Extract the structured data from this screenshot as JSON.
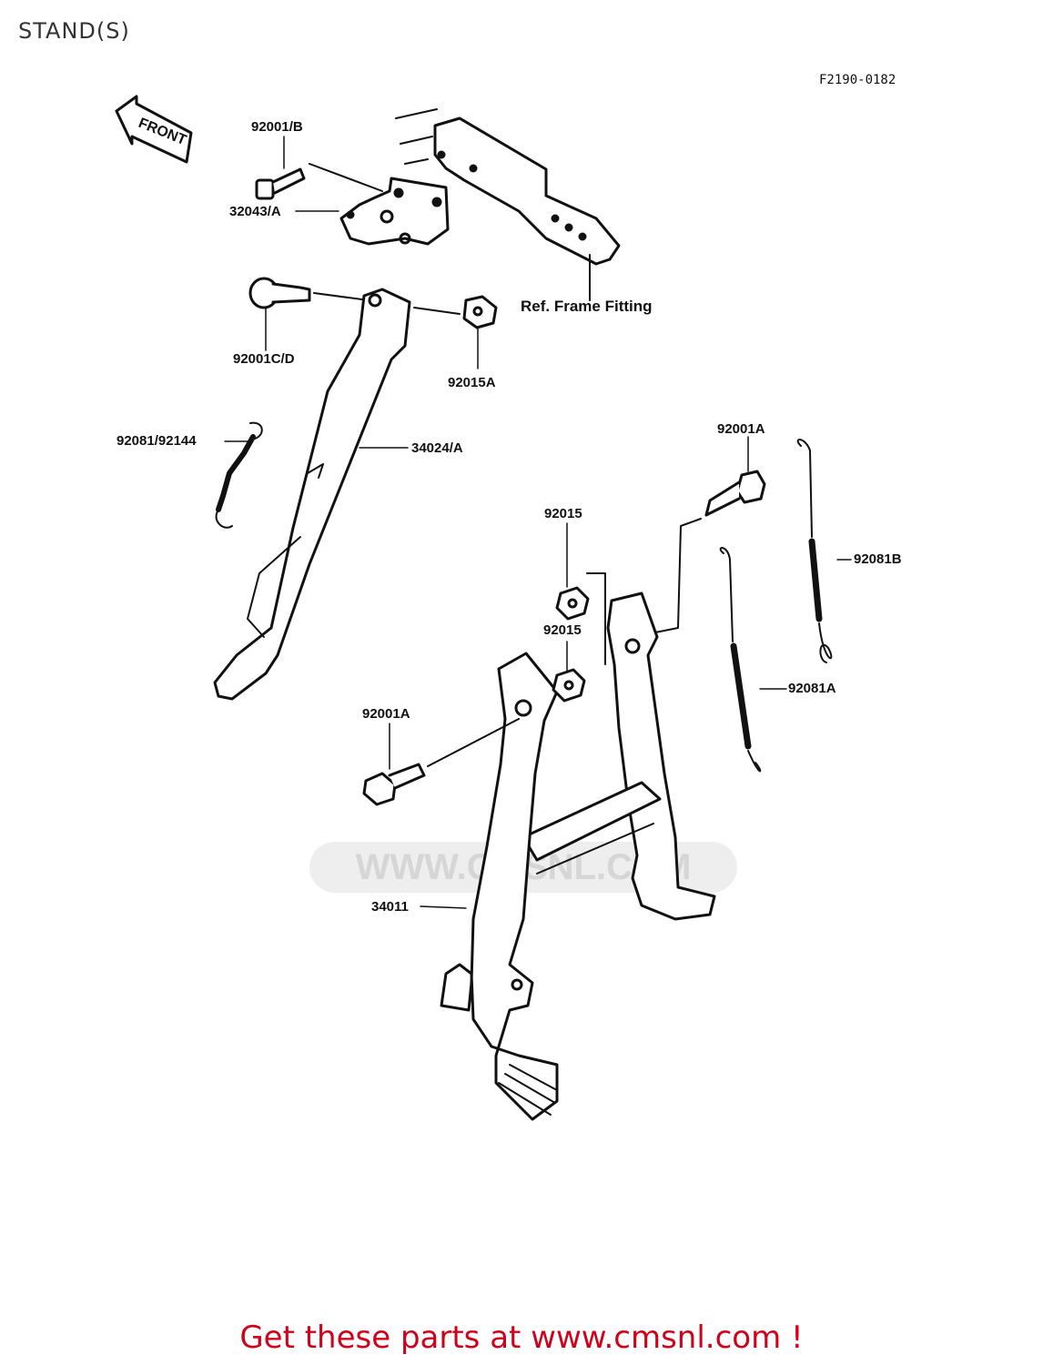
{
  "title": "STAND(S)",
  "diagram_code": "F2190-0182",
  "front_arrow": "FRONT",
  "reference": "Ref. Frame Fitting",
  "watermark": "WWW.CMSNL.COM",
  "call_to_action": "Get these parts at www.cmsnl.com !",
  "parts": {
    "bolt_b": "92001/B",
    "bracket": "32043/A",
    "bolt_cd": "92001C/D",
    "nut_a": "92015A",
    "spring_side": "92081/92144",
    "side_stand": "34024/A",
    "bolt_a_right": "92001A",
    "nut_upper": "92015",
    "spring_b": "92081B",
    "nut_lower": "92015",
    "spring_a": "92081A",
    "bolt_a_left": "92001A",
    "center_stand": "34011"
  }
}
